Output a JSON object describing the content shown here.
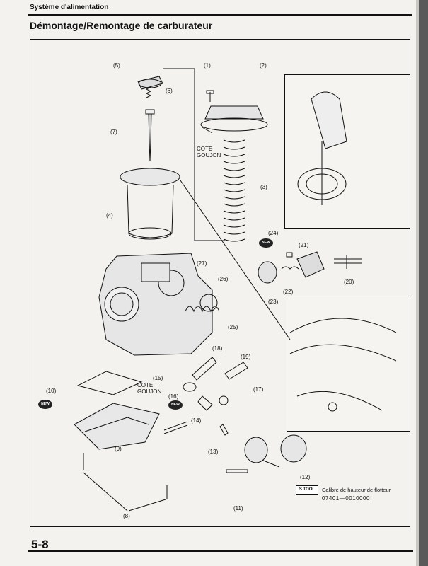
{
  "header": {
    "section": "Système d'alimentation"
  },
  "title": "Démontage/Remontage de carburateur",
  "labels": {
    "p1": "(1)",
    "p2": "(2)",
    "p3": "(3)",
    "p4": "(4)",
    "p5": "(5)",
    "p6": "(6)",
    "p7": "(7)",
    "p8": "(8)",
    "p9": "(9)",
    "p10": "(10)",
    "p11": "(11)",
    "p12": "(12)",
    "p13": "(13)",
    "p14": "(14)",
    "p15": "(15)",
    "p16": "(16)",
    "p17": "(17)",
    "p18": "(18)",
    "p19": "(19)",
    "p20": "(20)",
    "p21": "(21)",
    "p22": "(22)",
    "p23": "(23)",
    "p24": "(24)",
    "p25": "(25)",
    "p26": "(26)",
    "p27": "(27)"
  },
  "callouts": {
    "top_cote": "COTE",
    "top_goujon": "GOUJON",
    "bottom_cote": "COTE",
    "bottom_goujon": "GOUJON"
  },
  "badges": {
    "new": "NEW",
    "tool": "S TOOL"
  },
  "tool": {
    "name": "Calibre de hauteur de flotteur",
    "number": "07401—0010000"
  },
  "page_number": "5-8"
}
